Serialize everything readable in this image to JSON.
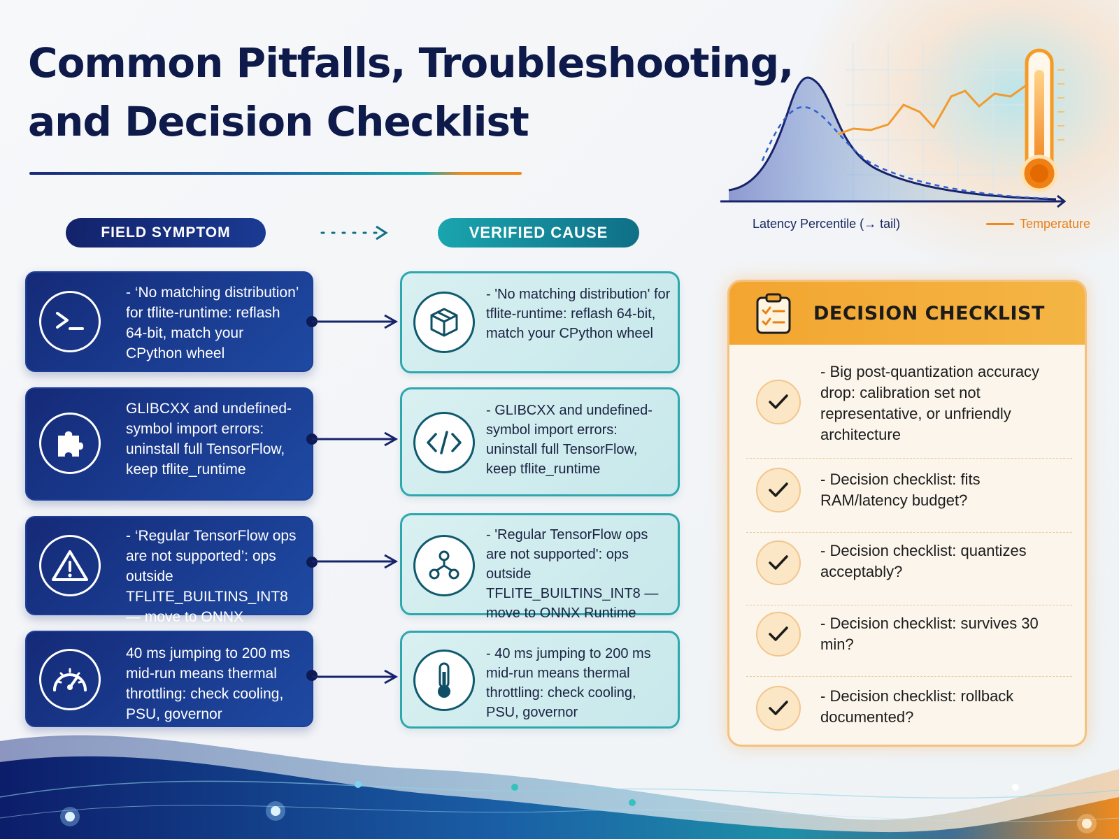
{
  "title": "Common Pitfalls, Troubleshooting,\nand Decision Checklist",
  "chart": {
    "xlabel": "Latency Percentile (→ tail)",
    "legend": "Temperature"
  },
  "columns": {
    "symptom": "FIELD SYMPTOM",
    "cause": "VERIFIED CAUSE"
  },
  "rows": [
    {
      "symptom": "- ‘No matching distribution’ for tflite-runtime: reflash 64-bit, match your CPython wheel",
      "symptom_icon": "terminal-icon",
      "cause": "- 'No matching distribution' for tflite-runtime: reflash 64-bit, match your CPython wheel",
      "cause_icon": "package-icon"
    },
    {
      "symptom": "GLIBCXX and undefined-symbol import errors: uninstall full TensorFlow, keep tflite_runtime",
      "symptom_icon": "puzzle-icon",
      "cause": "- GLIBCXX and undefined-symbol import errors: uninstall full TensorFlow, keep tflite_runtime",
      "cause_icon": "code-icon"
    },
    {
      "symptom": "- ‘Regular TensorFlow ops are not supported’: ops outside TFLITE_BUILTINS_INT8 — move to ONNX Runtime",
      "symptom_icon": "warning-icon",
      "cause": "- 'Regular TensorFlow ops are not supported': ops outside TFLITE_BUILTINS_INT8 — move to ONNX Runtime",
      "cause_icon": "graph-nodes-icon"
    },
    {
      "symptom": "40 ms jumping to 200 ms mid-run means thermal throttling: check cooling, PSU, governor",
      "symptom_icon": "gauge-icon",
      "cause": "- 40 ms jumping to 200 ms mid-run means thermal throttling: check cooling, PSU, governor",
      "cause_icon": "thermometer-icon"
    }
  ],
  "checklist": {
    "title": "DECISION CHECKLIST",
    "items": [
      "- Big post-quantization accuracy drop: calibration set not representative, or unfriendly architecture",
      "- Decision checklist: fits RAM/latency budget?",
      "- Decision checklist: quantizes acceptably?",
      "- Decision checklist: survives 30 min?",
      "- Decision checklist: rollback documented?"
    ]
  },
  "colors": {
    "navy": "#13236b",
    "teal": "#1aa5ae",
    "orange": "#f08a1c"
  }
}
